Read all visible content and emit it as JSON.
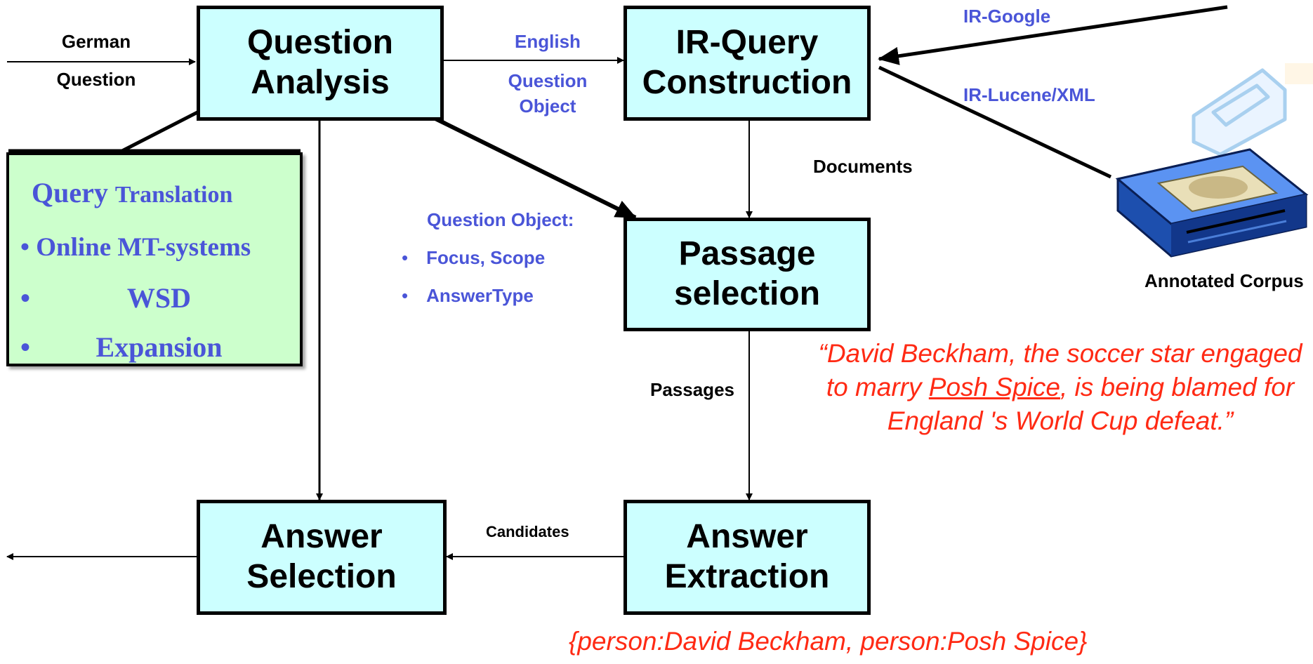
{
  "nodes": {
    "question_analysis": [
      "Question",
      "Analysis"
    ],
    "ir_query_construction": [
      "IR-Query",
      "Construction"
    ],
    "passage_selection": [
      "Passage",
      "selection"
    ],
    "answer_selection": [
      "Answer",
      "Selection"
    ],
    "answer_extraction": [
      "Answer",
      "Extraction"
    ]
  },
  "labels": {
    "german_question": [
      "German",
      "Question"
    ],
    "english_question_object": [
      "English",
      "Question",
      "Object"
    ],
    "ir_google": "IR-Google",
    "ir_lucene": "IR-Lucene/XML",
    "documents": "Documents",
    "passages": "Passages",
    "candidates": "Candidates",
    "annotated_corpus": "Annotated Corpus",
    "question_object": {
      "title": "Question Object:",
      "bullets": [
        "Focus, Scope",
        "AnswerType"
      ]
    }
  },
  "query_translation": {
    "title_word1": "Query",
    "title_word2": "Translation",
    "items": [
      "Online MT-systems",
      "WSD",
      "Expansion"
    ]
  },
  "quote": {
    "before": "“David Beckham, the soccer star engaged to marry ",
    "underlined": "Posh Spice",
    "after": ", is being blamed for England 's World Cup defeat.”"
  },
  "result": "{person:David Beckham, person:Posh Spice}",
  "colors": {
    "box_fill": "#ccffff",
    "translation_fill": "#ccffcc",
    "label_blue": "#4a55d8",
    "quote_red": "#ff2a14"
  },
  "icons": [
    "disk-drive-icon",
    "document-icon"
  ]
}
